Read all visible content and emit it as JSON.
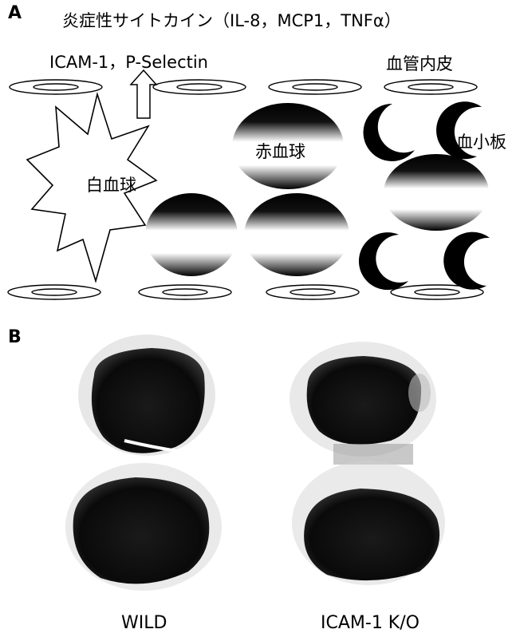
{
  "panel_a": {
    "letter": "A",
    "cytokine_label": "炎症性サイトカイン（IL-8，MCP1，TNFα）",
    "adhesion_label": "ICAM-1，P-Selectin",
    "endothelium_label": "血管内皮",
    "leukocyte_label": "白血球",
    "rbc_label": "赤血球",
    "platelet_label": "血小板"
  },
  "panel_b": {
    "letter": "B",
    "left_caption": "WILD",
    "right_caption": "ICAM-1 K/O"
  }
}
